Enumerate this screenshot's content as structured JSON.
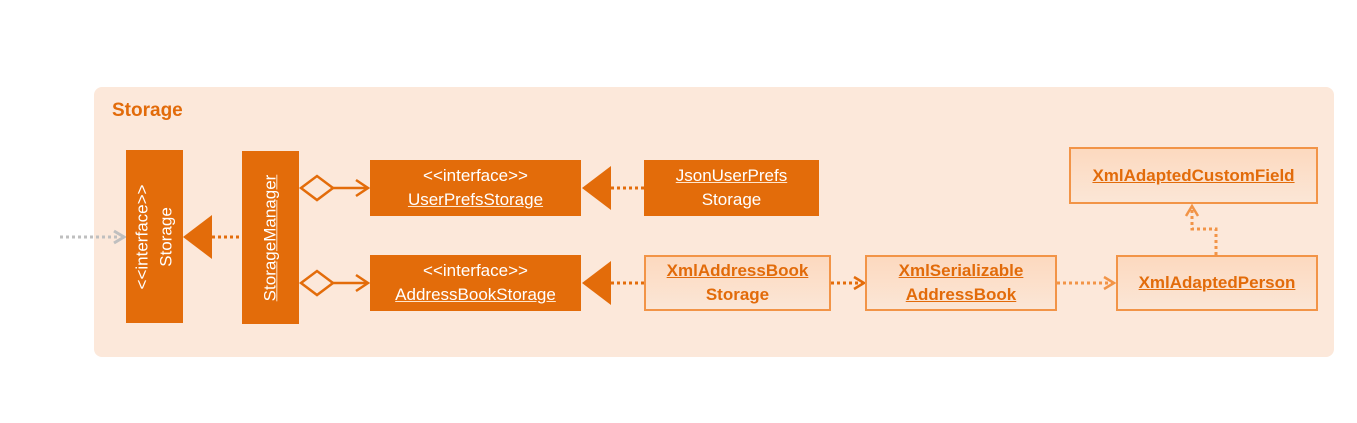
{
  "panel": {
    "title": "Storage"
  },
  "nodes": {
    "storage_iface": {
      "line1": "<<interface>>",
      "line2": "Storage"
    },
    "storage_manager": {
      "label": "StorageManager"
    },
    "userprefs_storage": {
      "line1": "<<interface>>",
      "line2": "UserPrefsStorage"
    },
    "json_userprefs": {
      "line1": "JsonUserPrefs",
      "line2": "Storage"
    },
    "addressbook_storage": {
      "line1": "<<interface>>",
      "line2": "AddressBookStorage"
    },
    "xml_addressbook": {
      "line1": "XmlAddressBook",
      "line2": "Storage"
    },
    "xml_serializable": {
      "line1": "XmlSerializable",
      "line2": "AddressBook"
    },
    "xml_person": {
      "label": "XmlAdaptedPerson"
    },
    "xml_customfield": {
      "label": "XmlAdaptedCustomField"
    }
  },
  "colors": {
    "accent": "#e36c0a",
    "panel": "#fce8da",
    "light_border": "#f29447",
    "external_arrow": "#bfbfbf"
  }
}
